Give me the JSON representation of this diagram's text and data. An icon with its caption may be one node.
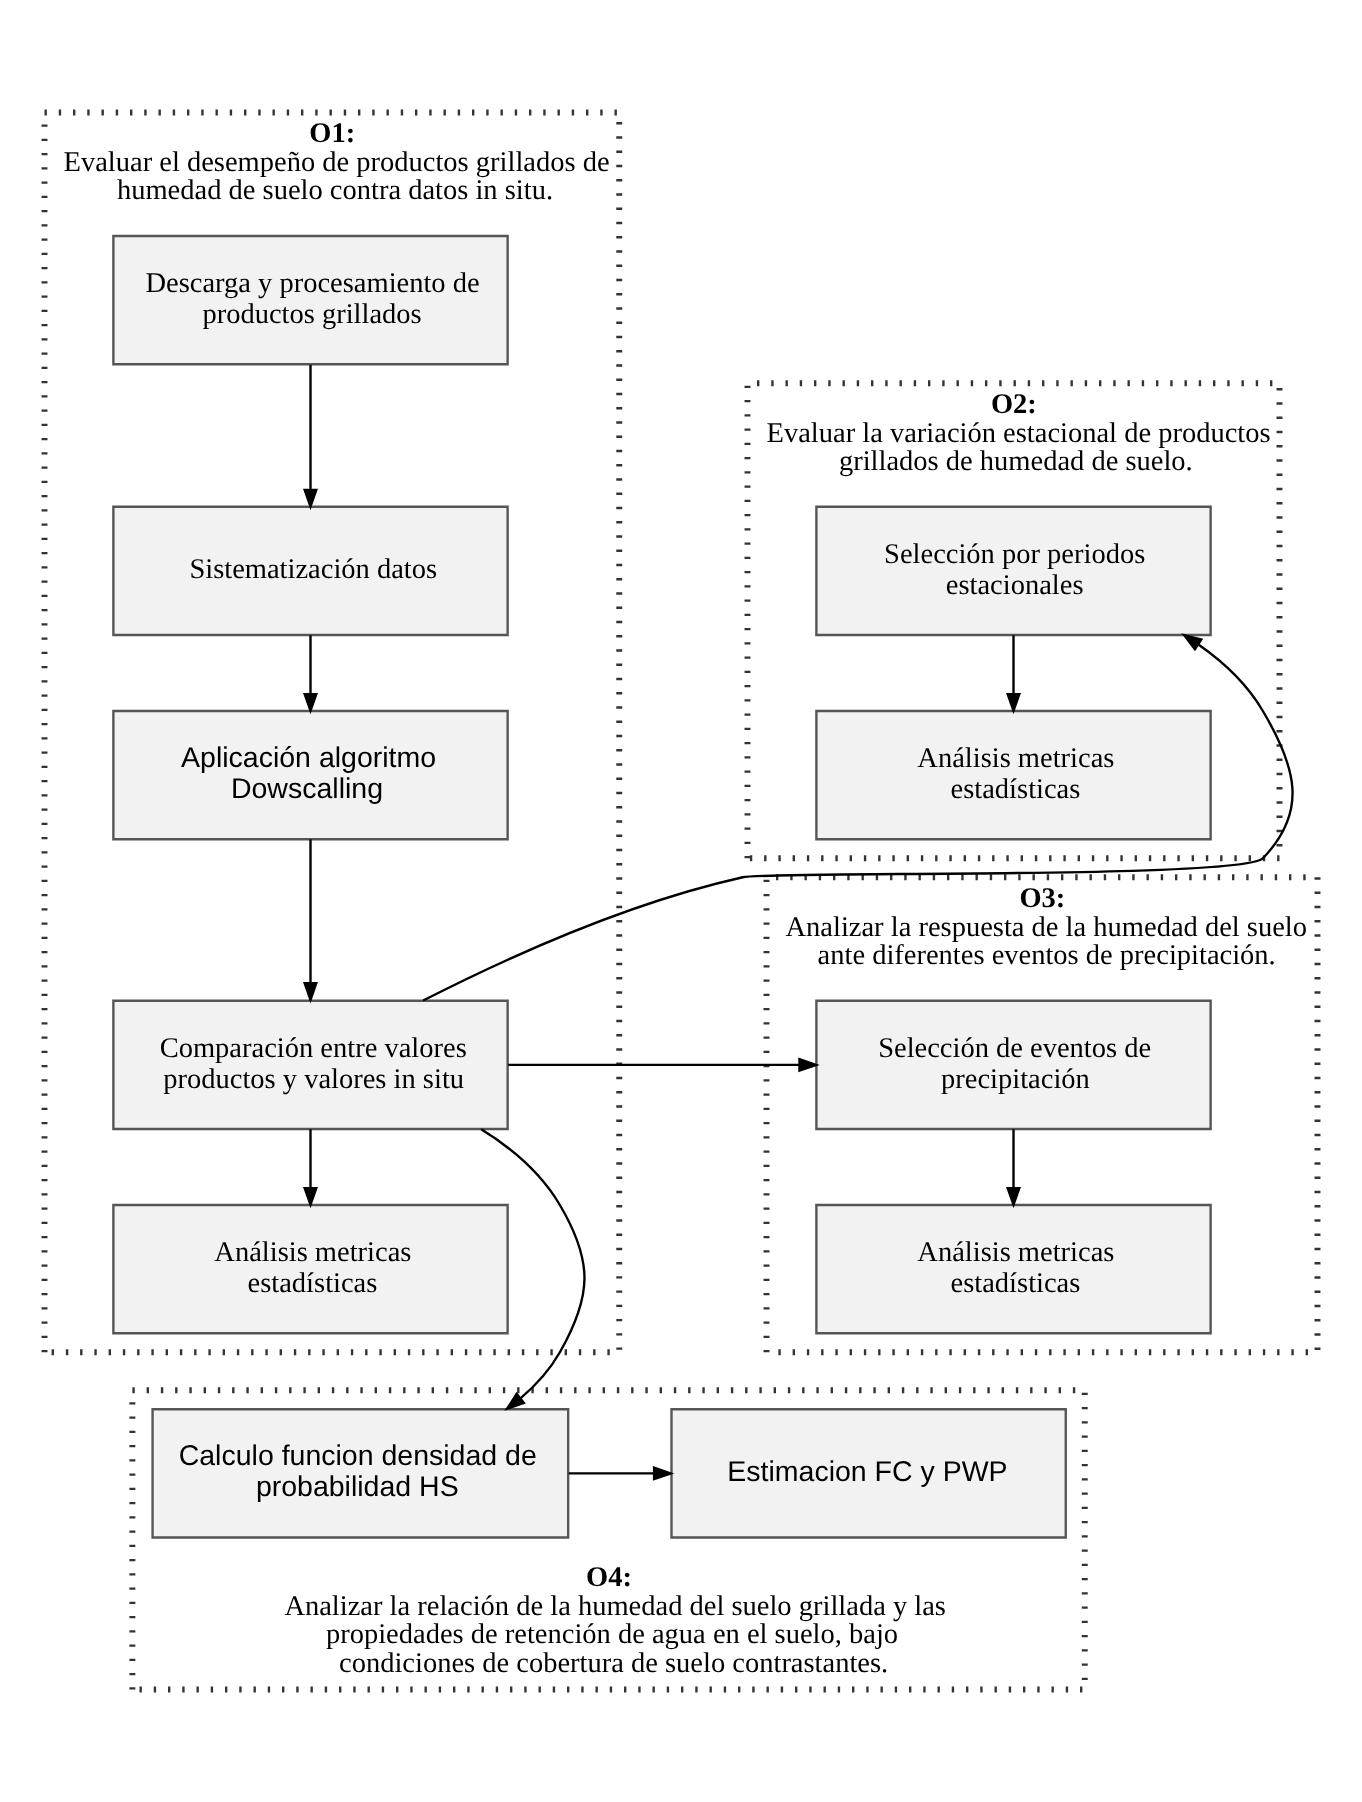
{
  "diagram": {
    "nodes": [
      {
        "text": [
          "O1:",
          "Evaluar el desempeño de productos grillados de humedad de suelo contra datos in situ."
        ]
      },
      {
        "text": [
          "Descarga y procesamiento de productos grillados"
        ],
        "in": 0
      },
      {
        "text": [
          "Sistematización datos"
        ],
        "in": 0
      },
      {
        "text": [
          "Aplicación algoritmo Dowscalling"
        ],
        "in": 0
      },
      {
        "text": [
          "Comparación entre valores productos y valores in situ"
        ],
        "in": 0
      },
      {
        "text": [
          "Análisis metricas estadísticas"
        ],
        "in": 0
      },
      {
        "text": [
          "O2:",
          "Evaluar la variación estacional de productos grillados de humedad de suelo."
        ]
      },
      {
        "text": [
          "Selección por periodos estacionales"
        ],
        "in": 6
      },
      {
        "text": [
          "Análisis metricas estadísticas"
        ],
        "in": 6
      },
      {
        "text": [
          "O3:",
          "Analizar la respuesta de la humedad del suelo ante diferentes eventos de precipitación."
        ]
      },
      {
        "text": [
          "Selección de eventos de precipitación"
        ],
        "in": 9
      },
      {
        "text": [
          "Análisis metricas estadísticas"
        ],
        "in": 9
      },
      {
        "text": [
          "O4:",
          "Analizar la relación de la humedad del suelo grillada y las propiedades de retención de agua en el suelo, bajo condiciones de cobertura de suelo contrastantes."
        ]
      },
      {
        "text": [
          "Calculo funcion densidad de probabilidad HS"
        ],
        "in": 12
      },
      {
        "text": [
          "Estimacion FC y PWP"
        ],
        "in": 12
      }
    ],
    "edges": [
      {
        "from": 1,
        "to": 2,
        "arrow": "to"
      },
      {
        "from": 2,
        "to": 3,
        "arrow": "to"
      },
      {
        "from": 3,
        "to": 4,
        "arrow": "to"
      },
      {
        "from": 4,
        "to": 5,
        "arrow": "to"
      },
      {
        "from": 4,
        "to": 7,
        "arrow": "to"
      },
      {
        "from": 4,
        "to": 10,
        "arrow": "to"
      },
      {
        "from": 4,
        "to": 13,
        "arrow": "to"
      },
      {
        "from": 7,
        "to": 8,
        "arrow": "to"
      },
      {
        "from": 10,
        "to": 11,
        "arrow": "to"
      },
      {
        "from": 13,
        "to": 14,
        "arrow": "to"
      }
    ]
  }
}
